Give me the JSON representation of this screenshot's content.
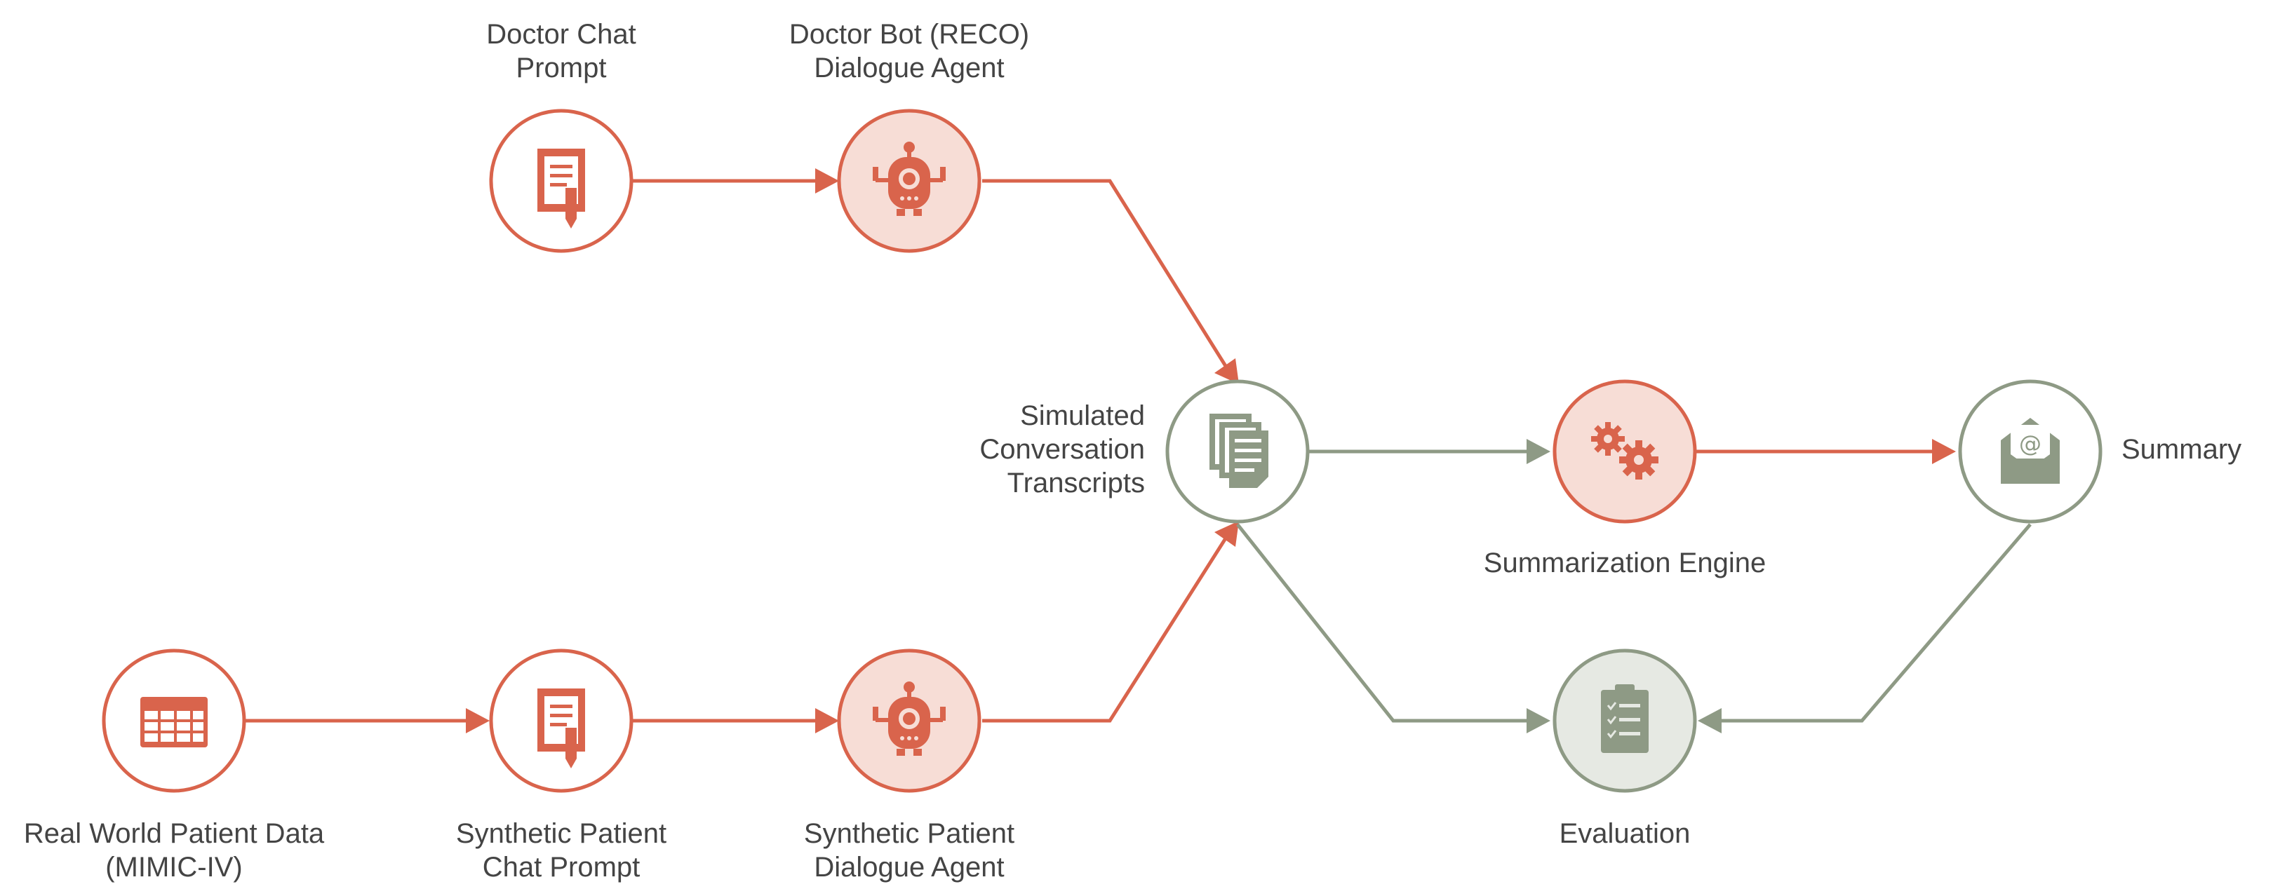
{
  "colors": {
    "accent": "#D9644C",
    "accent_fill": "#F7DDD6",
    "neutral": "#8E9A85",
    "neutral_fill": "#E6E9E3",
    "text": "#444444"
  },
  "nodes": {
    "doctor_chat_prompt": {
      "label_line1": "Doctor Chat",
      "label_line2": "Prompt",
      "icon": "document-pen-icon"
    },
    "doctor_bot": {
      "label_line1": "Doctor Bot (RECO)",
      "label_line2": "Dialogue Agent",
      "icon": "robot-icon"
    },
    "transcripts": {
      "label_line1": "Simulated",
      "label_line2": "Conversation",
      "label_line3": "Transcripts",
      "icon": "documents-icon"
    },
    "summarization_engine": {
      "label": "Summarization Engine",
      "icon": "gears-icon"
    },
    "summary": {
      "label": "Summary",
      "icon": "envelope-at-icon"
    },
    "real_world_data": {
      "label_line1": "Real World Patient Data",
      "label_line2": "(MIMIC-IV)",
      "icon": "table-icon"
    },
    "synthetic_prompt": {
      "label_line1": "Synthetic Patient",
      "label_line2": "Chat Prompt",
      "icon": "document-pen-icon"
    },
    "synthetic_agent": {
      "label_line1": "Synthetic Patient",
      "label_line2": "Dialogue Agent",
      "icon": "robot-icon"
    },
    "evaluation": {
      "label": "Evaluation",
      "icon": "clipboard-checklist-icon"
    }
  }
}
